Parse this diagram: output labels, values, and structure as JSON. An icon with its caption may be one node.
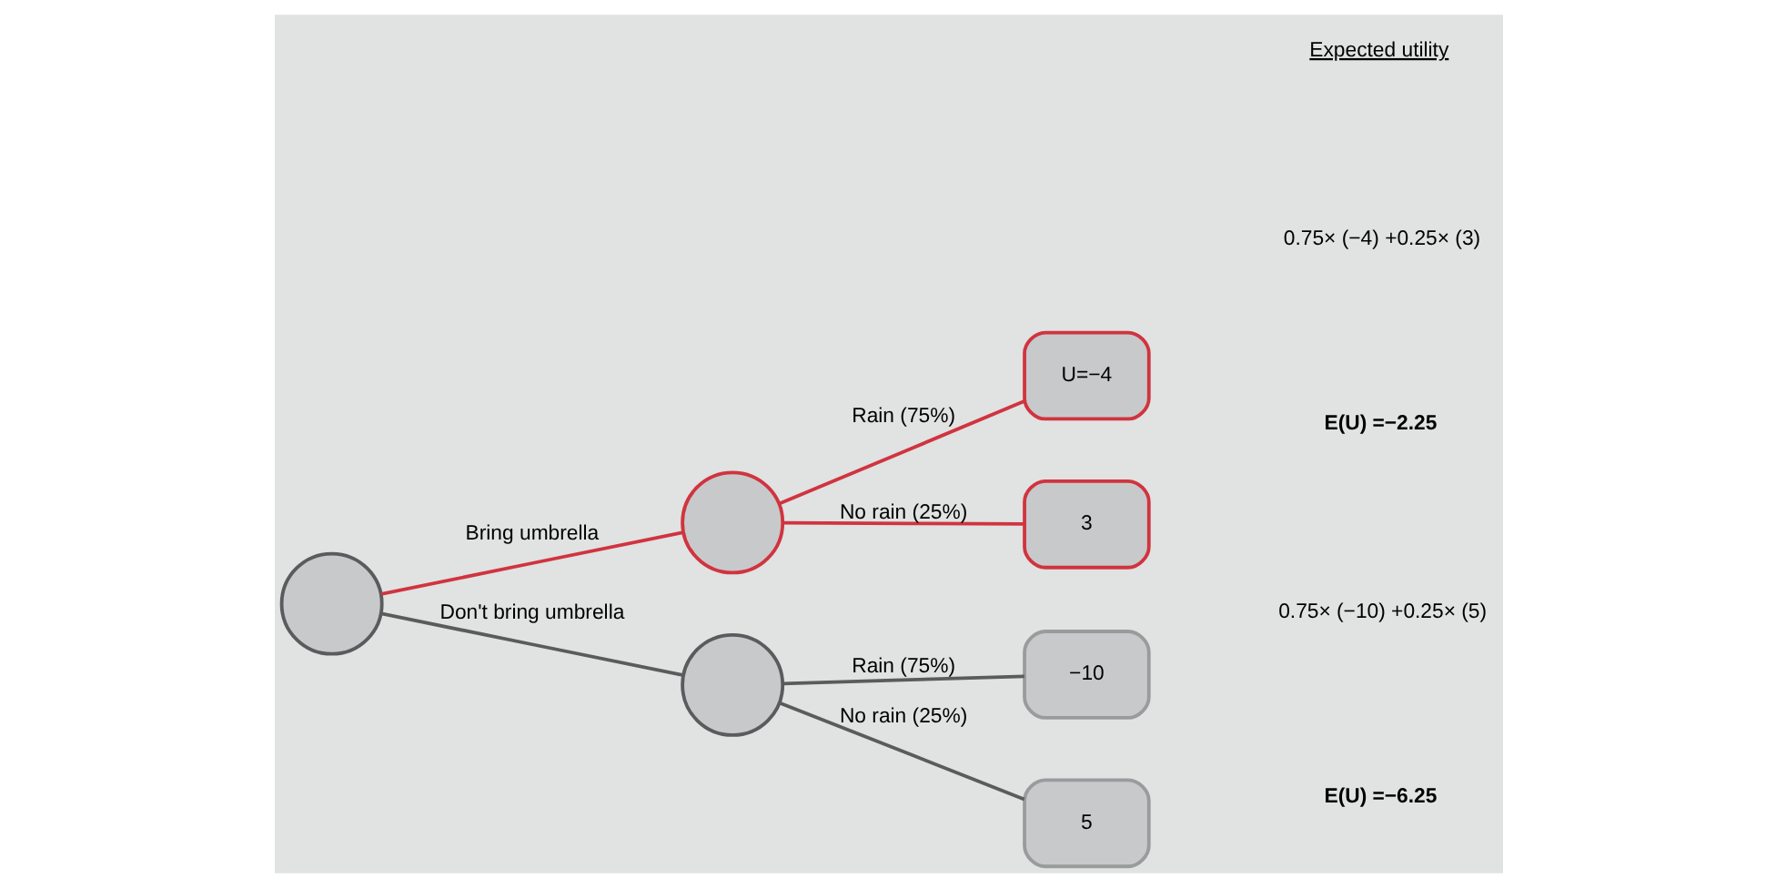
{
  "diagram": {
    "nodes": [
      {
        "text": [],
        "shape": "circle"
      },
      {
        "text": [],
        "shape": "circle"
      },
      {
        "text": [
          "U=−4"
        ]
      },
      {
        "text": [
          "3"
        ]
      },
      {
        "text": [],
        "shape": "circle"
      },
      {
        "text": [
          "−10"
        ]
      },
      {
        "text": [
          "5"
        ]
      }
    ],
    "edges": [
      {
        "from": 0,
        "to": 1,
        "arrow": "none",
        "label": "Bring umbrella",
        "color": "#d0343f"
      },
      {
        "from": 0,
        "to": 4,
        "arrow": "none",
        "label": "Don't bring umbrella",
        "color": "#5a5b5d"
      },
      {
        "from": 1,
        "to": 2,
        "arrow": "none",
        "label": "Rain (75%)",
        "color": "#d0343f"
      },
      {
        "from": 1,
        "to": 3,
        "arrow": "none",
        "label": "No rain (25%)",
        "color": "#d0343f"
      },
      {
        "from": 4,
        "to": 5,
        "arrow": "none",
        "label": "Rain (75%)",
        "color": "#5a5b5d"
      },
      {
        "from": 4,
        "to": 6,
        "arrow": "none",
        "label": "No rain (25%)",
        "color": "#5a5b5d"
      }
    ],
    "labels": [
      "Expected utility",
      "0.75× (−4) +0.25× (3)",
      "E(U) =−2.25",
      "0.75× (−10) +0.25× (5)",
      "E(U) =−6.25"
    ]
  }
}
